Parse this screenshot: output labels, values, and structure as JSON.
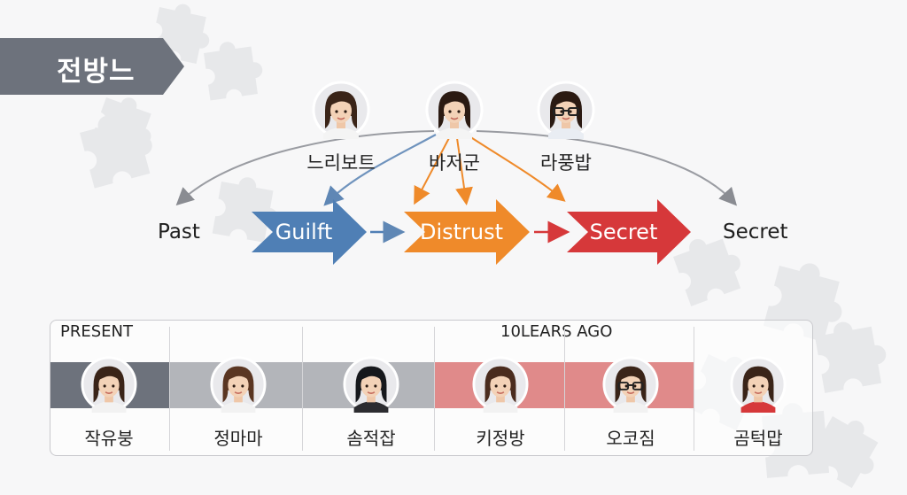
{
  "title": "전방느",
  "characters": [
    {
      "name": "느리보트",
      "hair": "#3a2418",
      "glasses": false,
      "shirt": "#f4f4f4"
    },
    {
      "name": "바저군",
      "hair": "#2b1a12",
      "glasses": false,
      "shirt": "#f4f4f4"
    },
    {
      "name": "라풍밥",
      "hair": "#2b1a12",
      "glasses": true,
      "shirt": "#e9edf3"
    }
  ],
  "flow": {
    "start": "Past",
    "end": "Secret",
    "stages": [
      {
        "label": "Guilft",
        "color": "#4f7fb5"
      },
      {
        "label": "Distrust",
        "color": "#ef8a2a"
      },
      {
        "label": "Secret",
        "color": "#d6383a"
      }
    ],
    "connector_colors": [
      "#4f7fb5",
      "#d6383a"
    ]
  },
  "timeline": {
    "present_label": "PRESENT",
    "past_label": "10LEARS AGO",
    "people": [
      {
        "name": "작유붕",
        "hair": "#3a2418",
        "glasses": false,
        "shirt": "#f2f2f2",
        "band": "#6d727c"
      },
      {
        "name": "정마마",
        "hair": "#5a3622",
        "glasses": false,
        "shirt": "#f2f2f2",
        "band": "#b3b5ba"
      },
      {
        "name": "솜적잡",
        "hair": "#16181c",
        "glasses": false,
        "shirt": "#2c2c30",
        "band": "#b3b5ba"
      },
      {
        "name": "키정방",
        "hair": "#4a2c1e",
        "glasses": false,
        "shirt": "#f2f2f2",
        "band": "#e08a8a"
      },
      {
        "name": "오코짐",
        "hair": "#3a2418",
        "glasses": true,
        "shirt": "#f2f2f2",
        "band": "#e08a8a"
      },
      {
        "name": "곰턱맙",
        "hair": "#3a2418",
        "glasses": false,
        "shirt": "#d6383a",
        "band": "none"
      }
    ]
  }
}
